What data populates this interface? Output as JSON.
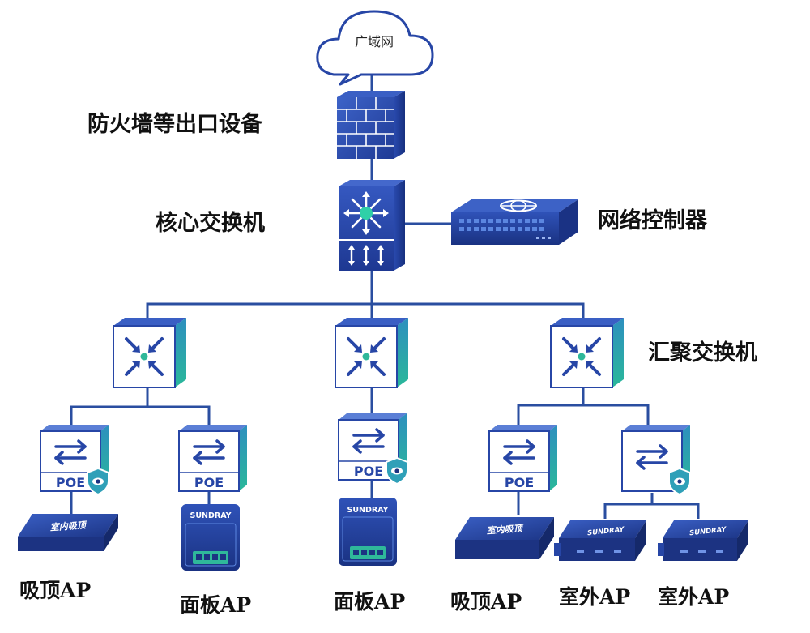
{
  "cloud": {
    "label": "广域网"
  },
  "labels": {
    "firewall": "防火墙等出口设备",
    "core_switch": "核心交换机",
    "controller": "网络控制器",
    "aggregation": "汇聚交换机"
  },
  "poe_switches": {
    "tag": "POE"
  },
  "aps": {
    "ceiling_brand": "室内吸顶",
    "panel_brand": "SUNDRAY",
    "outdoor_brand": "SUNDRAY",
    "labels": [
      "吸顶AP",
      "面板AP",
      "面板AP",
      "吸顶AP",
      "室外AP",
      "室外AP"
    ]
  },
  "colors": {
    "blue": "#2746a6",
    "dark_blue": "#1c3382",
    "teal": "#2fb89a",
    "line": "#2a4ea0"
  }
}
